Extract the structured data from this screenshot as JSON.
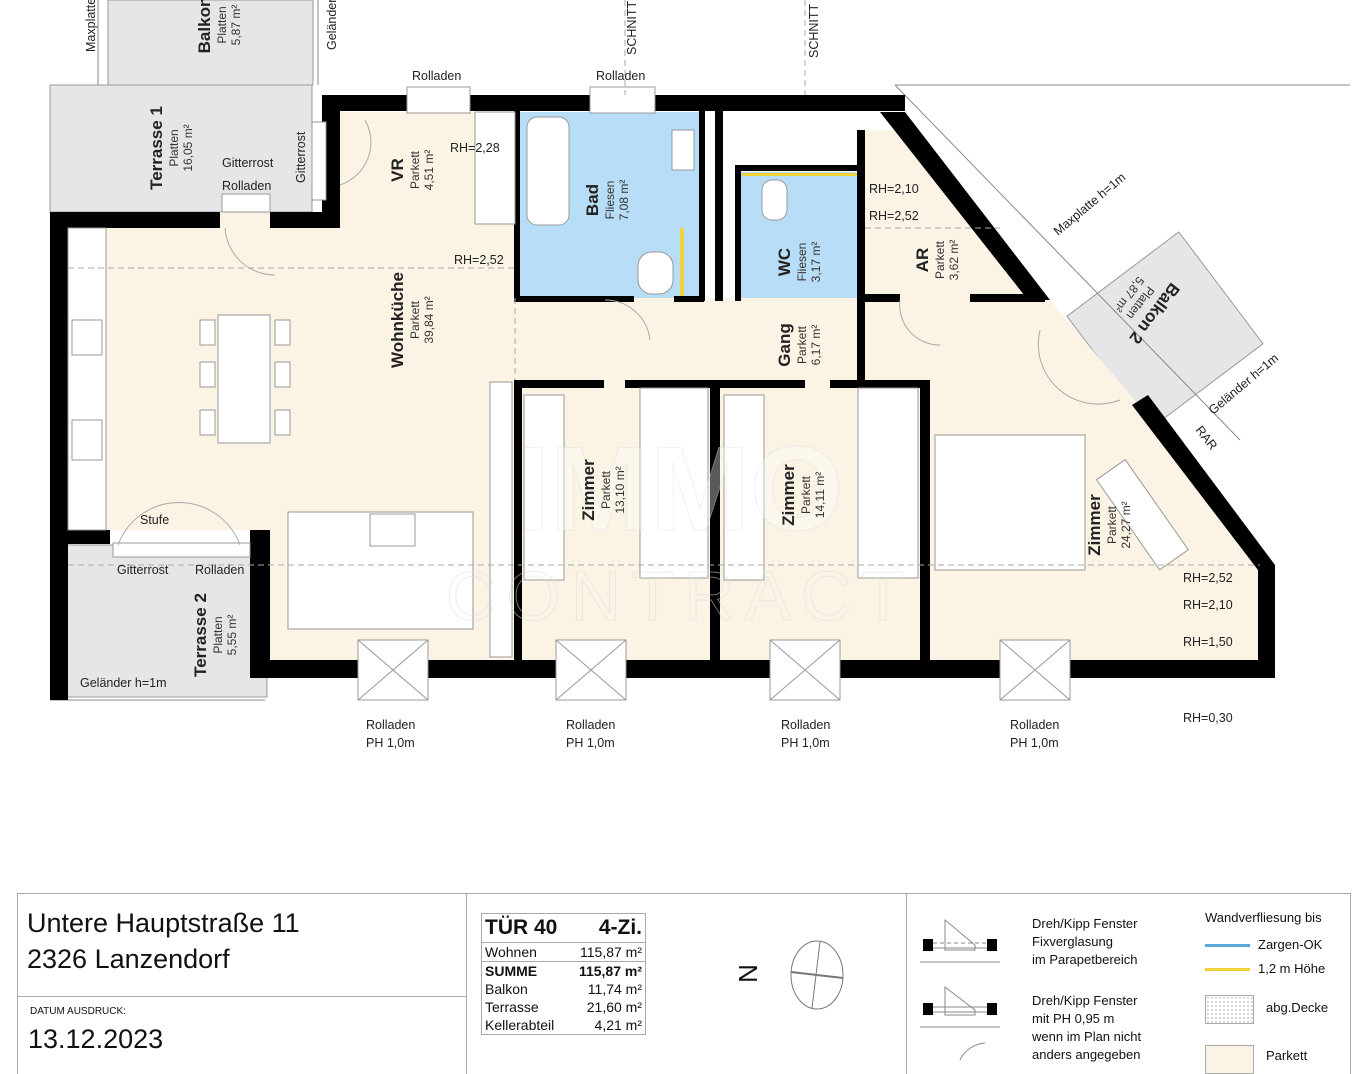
{
  "colors": {
    "parkett": "#fbf3e4",
    "fliesen": "#b8ddf6",
    "outdoor": "#e6e6e8",
    "wall": "#000000",
    "zargen_ok": "#5aa7d8",
    "hoehe_12": "#f0d23a"
  },
  "rooms": [
    {
      "name": "Wohnküche",
      "material": "Parkett",
      "area": "39,84 m²"
    },
    {
      "name": "VR",
      "material": "Parkett",
      "area": "4,51 m²"
    },
    {
      "name": "Bad",
      "material": "Fliesen",
      "area": "7,08 m²"
    },
    {
      "name": "WC",
      "material": "Fliesen",
      "area": "3,17 m²"
    },
    {
      "name": "AR",
      "material": "Parkett",
      "area": "3,62 m²"
    },
    {
      "name": "Gang",
      "material": "Parkett",
      "area": "6,17 m²"
    },
    {
      "name": "Zimmer",
      "material": "Parkett",
      "area": "13,10 m²"
    },
    {
      "name": "Zimmer",
      "material": "Parkett",
      "area": "14,11 m²"
    },
    {
      "name": "Zimmer",
      "material": "Parkett",
      "area": "24,27 m²"
    }
  ],
  "outdoor": [
    {
      "name": "Balkon",
      "material": "Platten",
      "area": "5,87 m²"
    },
    {
      "name": "Terrasse 1",
      "material": "Platten",
      "area": "16,05 m²"
    },
    {
      "name": "Terrasse 2",
      "material": "Platten",
      "area": "5,55 m²"
    },
    {
      "name": "Balkon 2",
      "material": "Platten",
      "area": "5,87 m²"
    }
  ],
  "annotations": {
    "rolladen": "Rolladen",
    "rolladen_ph_1": "Rolladen",
    "ph": "PH 1,0m",
    "gitterrost": "Gitterrost",
    "stufe": "Stufe",
    "gelaender": "Geländer h=1m",
    "gelaender_top": "Geländer",
    "maxplatte": "Maxplatte h=1m",
    "maxplatte_top": "Maxplatte",
    "schnitt": "SCHNITT",
    "rar": "RAR",
    "rh_228": "RH=2,28",
    "rh_252": "RH=2,52",
    "rh_210": "RH=2,10",
    "rh_150": "RH=1,50",
    "rh_030": "RH=0,30"
  },
  "watermark": {
    "line1": "IMMO",
    "line2": "CONTRACT"
  },
  "info": {
    "address_line1": "Untere Hauptstraße 11",
    "address_line2": "2326 Lanzendorf",
    "date_label": "DATUM AUSDRUCK:",
    "date": "13.12.2023",
    "unit": "TÜR 40",
    "rooms": "4-Zi.",
    "areas": [
      {
        "label": "Wohnen",
        "value": "115,87 m²"
      },
      {
        "label": "SUMME",
        "value": "115,87 m²"
      },
      {
        "label": "Balkon",
        "value": "11,74 m²"
      },
      {
        "label": "Terrasse",
        "value": "21,60 m²"
      },
      {
        "label": "Kellerabteil",
        "value": "4,21 m²"
      }
    ],
    "north": "N"
  },
  "legend": {
    "window1": [
      "Dreh/Kipp Fenster",
      "Fixverglasung",
      "im Parapetbereich"
    ],
    "window2": [
      "Dreh/Kipp Fenster",
      "mit PH 0,95 m",
      "wenn im Plan nicht",
      "anders angegeben"
    ],
    "tiling_title": "Wandverfliesung bis",
    "zargen": "Zargen-OK",
    "hoehe": "1,2 m Höhe",
    "decke": "abg.Decke",
    "parkett": "Parkett"
  }
}
